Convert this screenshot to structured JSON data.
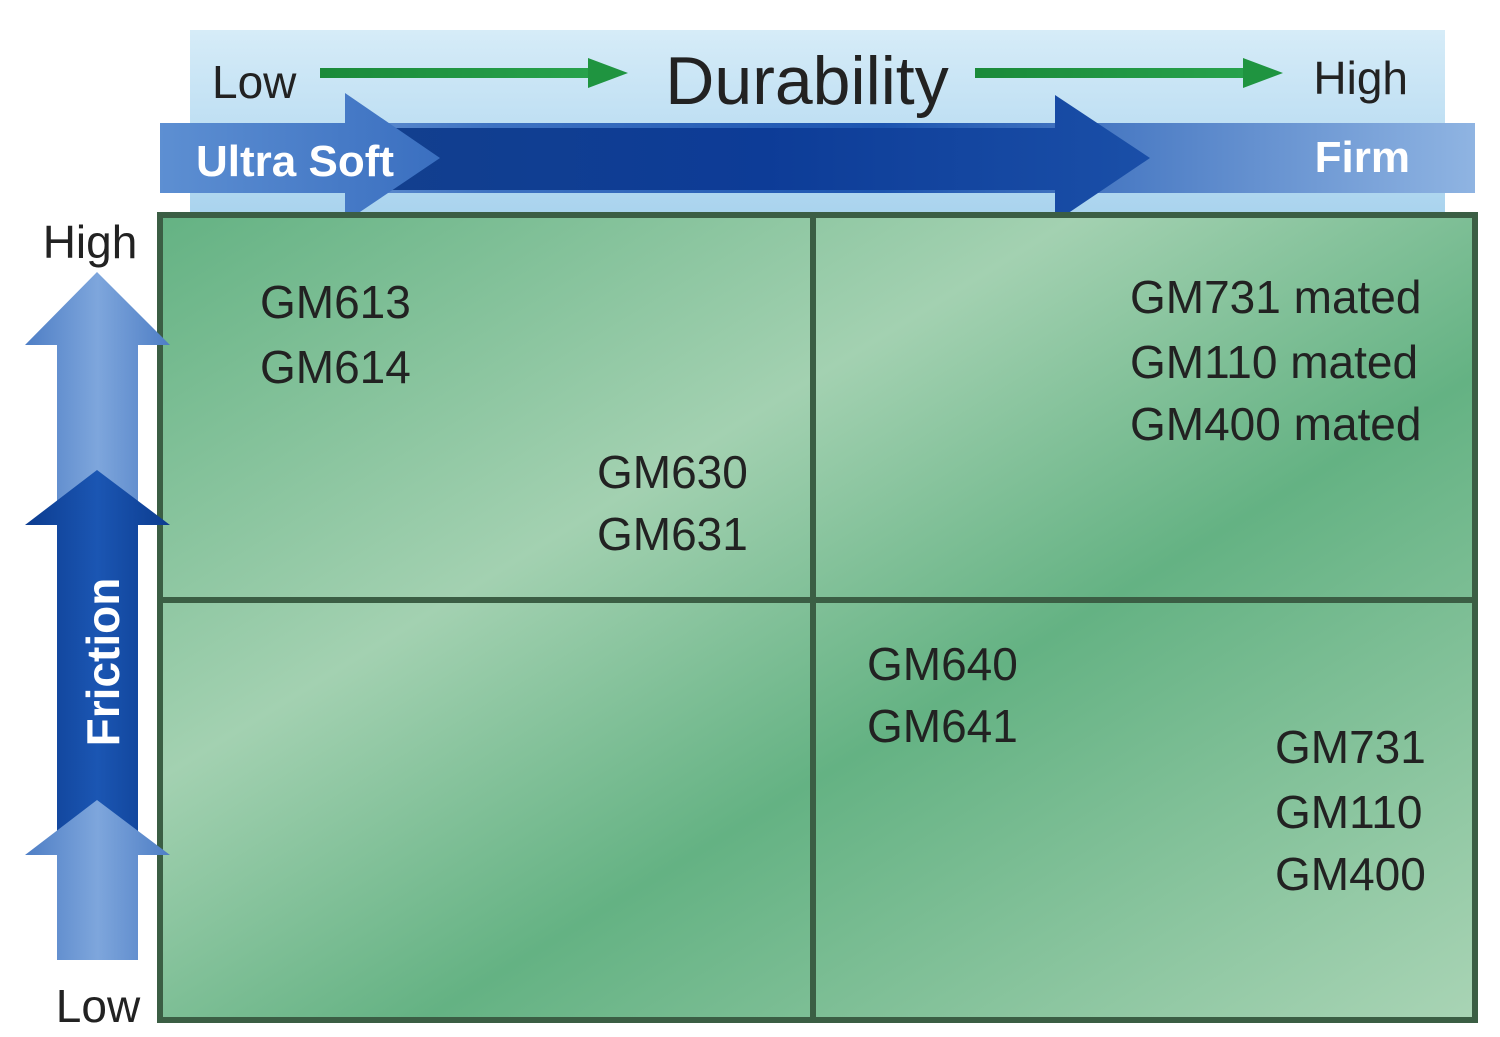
{
  "durability": {
    "low_label": "Low",
    "title": "Durability",
    "high_label": "High"
  },
  "hardness": {
    "soft_label": "Ultra Soft",
    "firm_label": "Firm"
  },
  "friction": {
    "high_label": "High",
    "title": "Friction",
    "low_label": "Low"
  },
  "quadrants": {
    "top_left": {
      "group_1": [
        "GM613",
        "GM614"
      ],
      "group_2": [
        "GM630",
        "GM631"
      ]
    },
    "top_right": {
      "group_1": [
        "GM731 mated",
        "GM110 mated",
        "GM400 mated"
      ]
    },
    "bottom_left": {},
    "bottom_right": {
      "group_1": [
        "GM640",
        "GM641"
      ],
      "group_2": [
        "GM731",
        "GM110",
        "GM400"
      ]
    }
  },
  "colors": {
    "panel_green": "#6cb98a",
    "header_light_blue": "#bfe0f3",
    "arrow_blue_dark": "#0b3f96",
    "arrow_blue_light": "#6a9ad6",
    "green_arrow": "#1a8a3a",
    "divider": "#3b5e44"
  }
}
